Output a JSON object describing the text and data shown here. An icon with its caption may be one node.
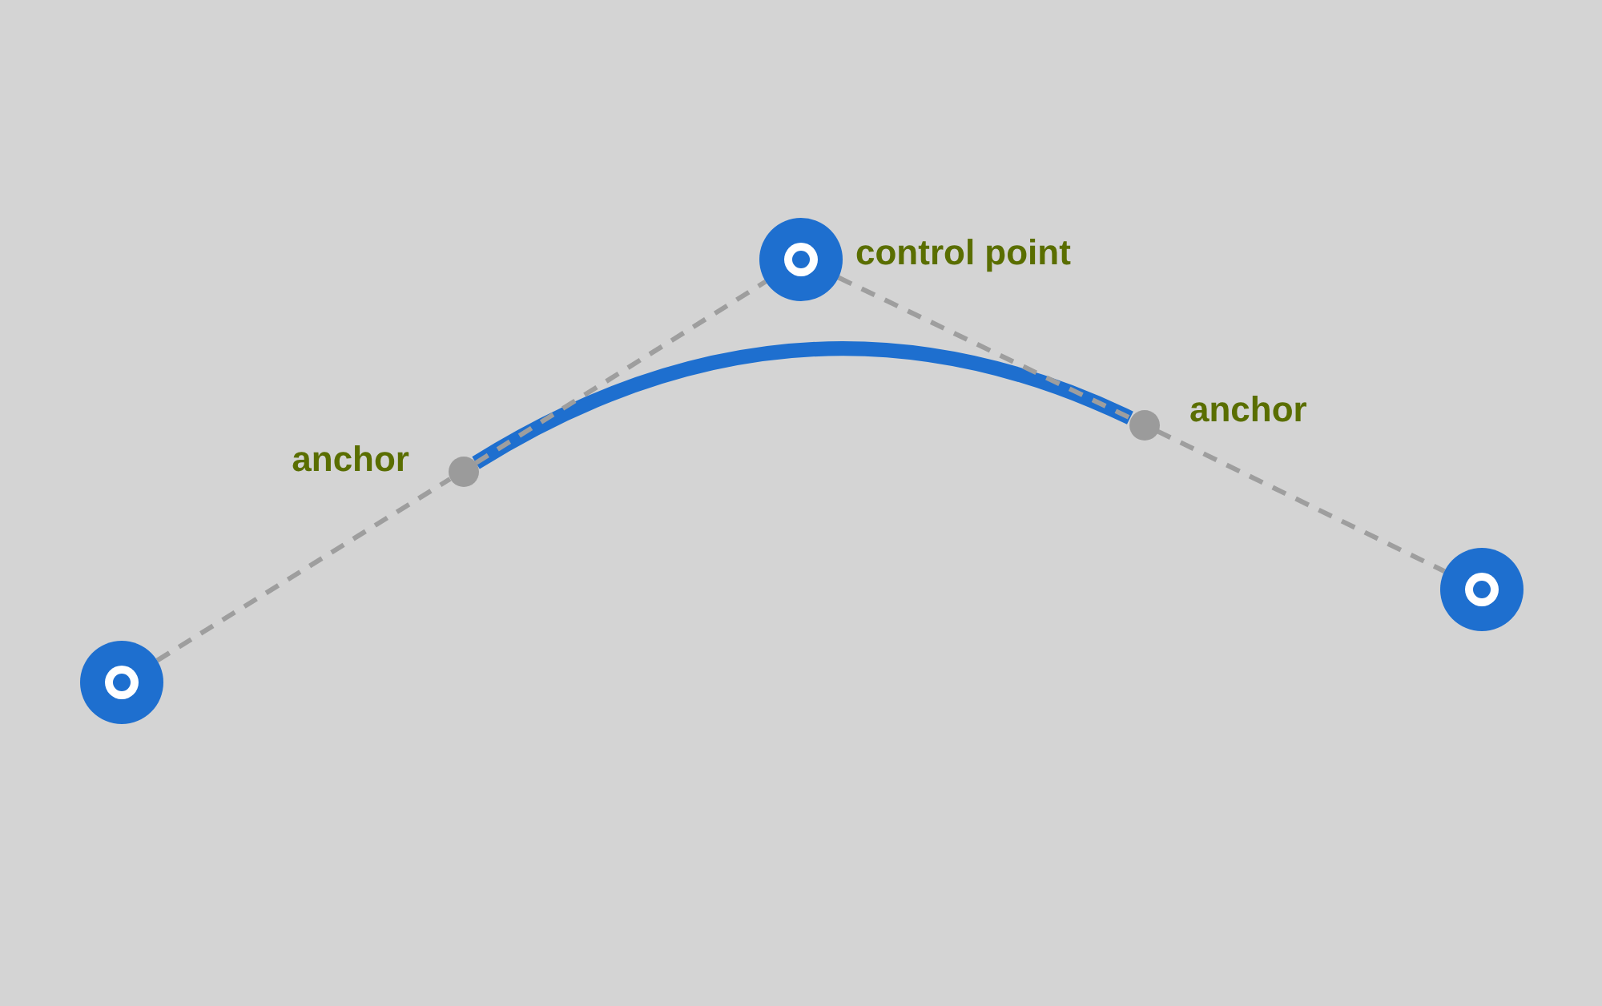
{
  "diagram": {
    "nodes": [
      {
        "text": [],
        "shape": "circle"
      },
      {
        "text": [],
        "shape": "circle",
        "beside": [
          "anchor"
        ]
      },
      {
        "text": [],
        "shape": "circle",
        "beside": [
          "control point"
        ]
      },
      {
        "text": [],
        "shape": "circle",
        "beside": [
          "anchor"
        ]
      },
      {
        "text": [],
        "shape": "circle"
      }
    ],
    "edges": [
      {
        "from": 0,
        "to": 1,
        "arrow": "none",
        "style": "dashed"
      },
      {
        "from": 1,
        "to": 2,
        "arrow": "none",
        "style": "dashed"
      },
      {
        "from": 2,
        "to": 3,
        "arrow": "none",
        "style": "dashed"
      },
      {
        "from": 3,
        "to": 4,
        "arrow": "none",
        "style": "dashed"
      },
      {
        "from": 1,
        "to": 3,
        "arrow": "none",
        "style": "thick",
        "color": "#1e6fcf"
      }
    ]
  }
}
